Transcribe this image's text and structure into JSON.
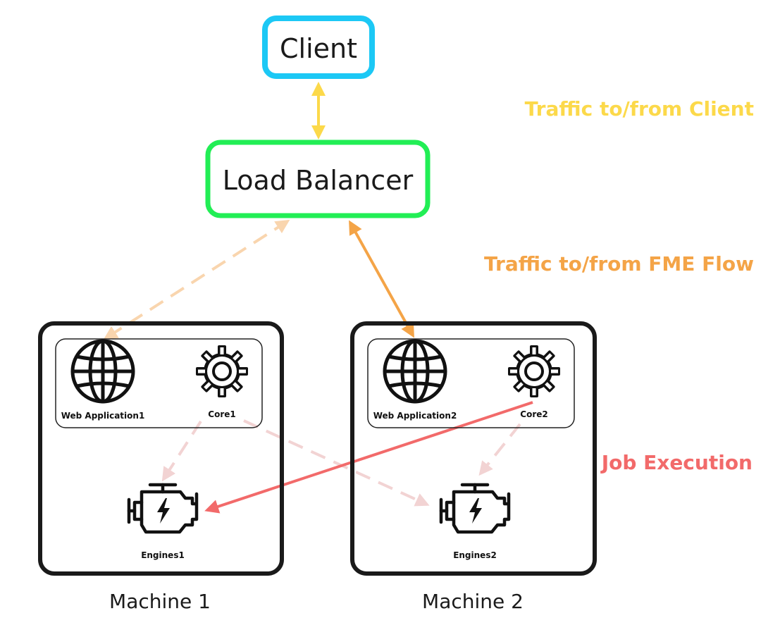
{
  "nodes": {
    "client": "Client",
    "load_balancer": "Load Balancer"
  },
  "machines": [
    {
      "label": "Machine 1",
      "web_app": "Web Application1",
      "core": "Core1",
      "engines": "Engines1"
    },
    {
      "label": "Machine 2",
      "web_app": "Web Application2",
      "core": "Core2",
      "engines": "Engines2"
    }
  ],
  "legend": {
    "client_traffic": "Traffic to/from Client",
    "flow_traffic": "Traffic to/from FME Flow",
    "job_execution": "Job Execution"
  },
  "colors": {
    "client_border": "#1cc8f5",
    "lb_border": "#22ee55",
    "client_traffic": "#fcd94a",
    "flow_traffic": "#f4a447",
    "flow_traffic_faded": "#f9d5ae",
    "job_execution": "#f26a6a",
    "job_execution_faded": "#f2d3d3",
    "machine_border": "#1a1a1a"
  },
  "icons": {
    "web_app": "globe-icon",
    "core": "gear-icon",
    "engines": "engine-icon"
  }
}
